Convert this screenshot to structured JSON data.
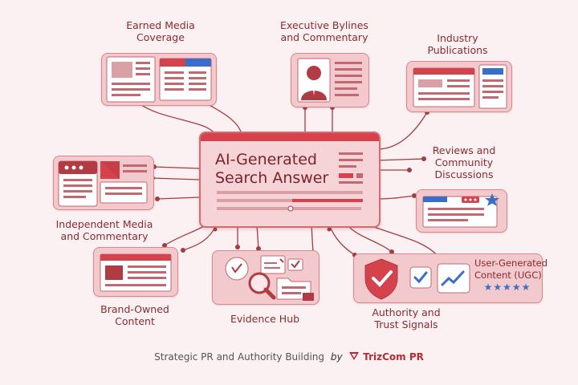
{
  "hub": {
    "title_line1": "AI-Generated",
    "title_line2": "Search Answer"
  },
  "nodes": {
    "earned_media": {
      "line1": "Earned Media",
      "line2": "Coverage"
    },
    "executive_bylines": {
      "line1": "Executive Bylines",
      "line2": "and Commentary"
    },
    "industry_publications": {
      "line1": "Industry",
      "line2": "Publications"
    },
    "reviews": {
      "line1": "Reviews and",
      "line2": "Community",
      "line3": "Discussions"
    },
    "independent_media": {
      "line1": "Independent Media",
      "line2": "and Commentary"
    },
    "brand_owned": {
      "line1": "Brand-Owned",
      "line2": "Content"
    },
    "evidence_hub": {
      "line1": "Evidence Hub"
    },
    "authority": {
      "line1": "Authority and",
      "line2": "Trust Signals"
    },
    "ugc": {
      "line1": "User-Generated",
      "line2": "Content (UGC)",
      "stars": "★★★★★"
    }
  },
  "footer": {
    "text": "Strategic PR and Authority Building",
    "by": "by",
    "brand": "TrizCom PR"
  },
  "colors": {
    "accent": "#d4434c",
    "blue": "#3a6fc9",
    "line": "#a63a41",
    "card": "#f2c9cd",
    "text": "#8a2a2e",
    "background": "#fbf1f2"
  },
  "icons": [
    "newspaper-icon",
    "person-icon",
    "document-icon",
    "rating-icon",
    "browser-icon",
    "magnifier-icon",
    "folder-icon",
    "shield-check-icon",
    "chart-icon",
    "trizcom-logo-icon"
  ]
}
